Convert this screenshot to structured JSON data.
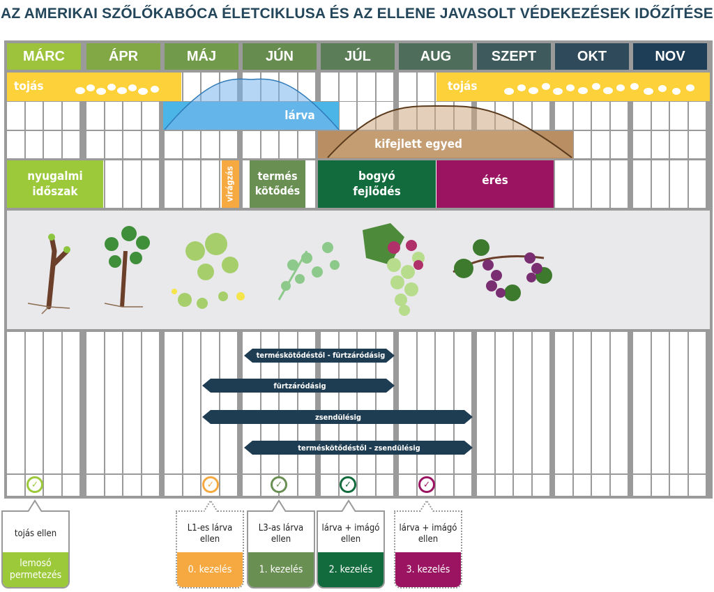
{
  "title": "AZ AMERIKAI SZŐLŐKABÓCA ÉLETCIKLUSA ÉS AZ ELLENE JAVASOLT VÉDEKEZÉSEK IDŐZÍTÉSE",
  "months": [
    {
      "label": "MÁRC",
      "color": "#9cc33b"
    },
    {
      "label": "ÁPR",
      "color": "#82a845"
    },
    {
      "label": "MÁJ",
      "color": "#719b4a"
    },
    {
      "label": "JÚN",
      "color": "#668c4f"
    },
    {
      "label": "JÚL",
      "color": "#5b7d58"
    },
    {
      "label": "AUG",
      "color": "#4f6d5b"
    },
    {
      "label": "SZEPT",
      "color": "#3f5a5c"
    },
    {
      "label": "OKT",
      "color": "#2f4b5b"
    },
    {
      "label": "NOV",
      "color": "#1e3d56"
    }
  ],
  "lifecycle": {
    "egg1": "tojás",
    "egg2": "tojás",
    "larva": "lárva",
    "adult": "kifejlett egyed"
  },
  "phenology": {
    "dormancy": "nyugalmi időszak",
    "flowering": "virágzás",
    "fruitset": "termés kötődés",
    "berry": "bogyó fejlődés",
    "ripening": "érés"
  },
  "periods": [
    {
      "label": "terméskötődéstől - fürtzáródásig"
    },
    {
      "label": "fürtzáródásig"
    },
    {
      "label": "zsendülésig"
    },
    {
      "label": "terméskötődéstől - zsendülésig"
    }
  ],
  "treatments": [
    {
      "target": "tojás ellen",
      "name": "lemosó permetezés",
      "color": "#9cc93a"
    },
    {
      "target": "L1-es lárva ellen",
      "name": "0. kezelés",
      "color": "#f6a940"
    },
    {
      "target": "L3-as lárva ellen",
      "name": "1. kezelés",
      "color": "#6a8f52"
    },
    {
      "target": "lárva + imágó ellen",
      "name": "2. kezelés",
      "color": "#116b3c"
    },
    {
      "target": "lárva + imágó ellen",
      "name": "3. kezelés",
      "color": "#9b1462"
    }
  ]
}
